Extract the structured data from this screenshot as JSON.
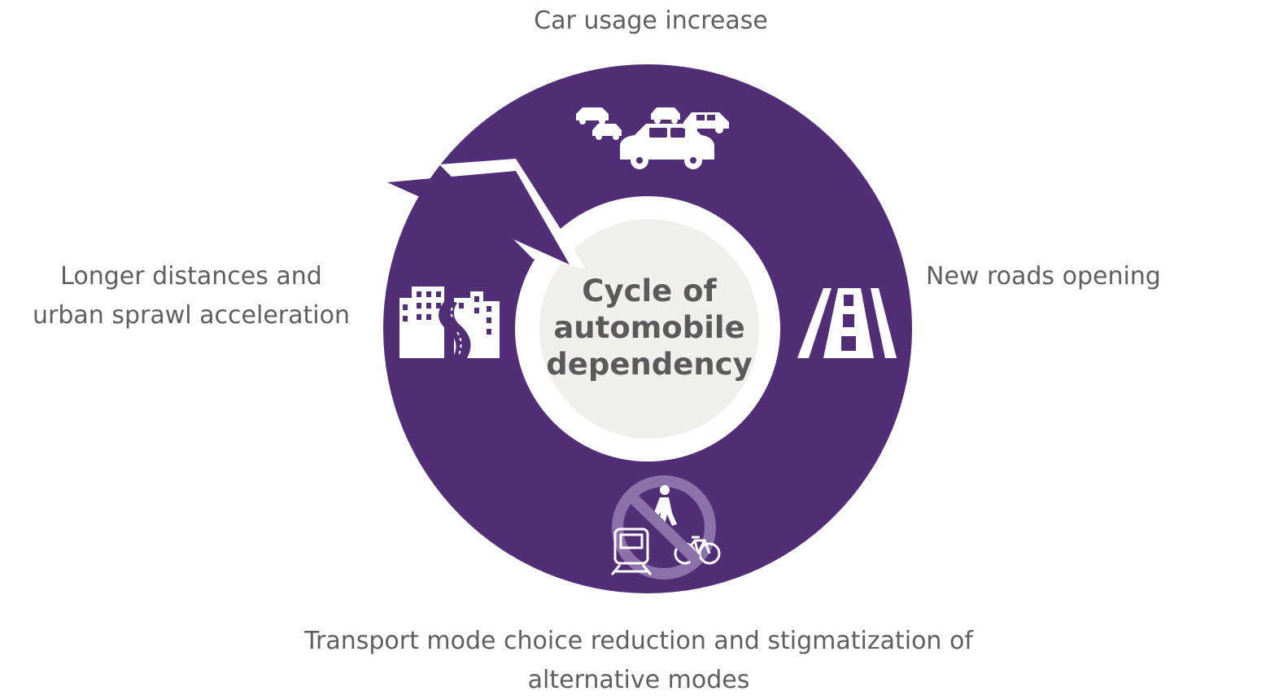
{
  "center": {
    "line1": "Cycle of",
    "line2": "automobile",
    "line3": "dependency"
  },
  "stages": {
    "top": {
      "line1": "Car usage increase"
    },
    "right": {
      "line1": "New roads opening"
    },
    "bottom": {
      "line1": "Transport mode choice reduction and stigmatization of",
      "line2": "alternative modes"
    },
    "left": {
      "line1": "Longer distances and",
      "line2": "urban sprawl acceleration"
    }
  },
  "icons": {
    "top": "cars-traffic-icon",
    "right": "road-icon",
    "bottom": "no-alternative-modes-icon",
    "left": "urban-sprawl-icon"
  },
  "colors": {
    "ring": "#512e76",
    "center_fill": "#f0efec",
    "text": "#5f5f5f",
    "icon": "#ffffff"
  }
}
